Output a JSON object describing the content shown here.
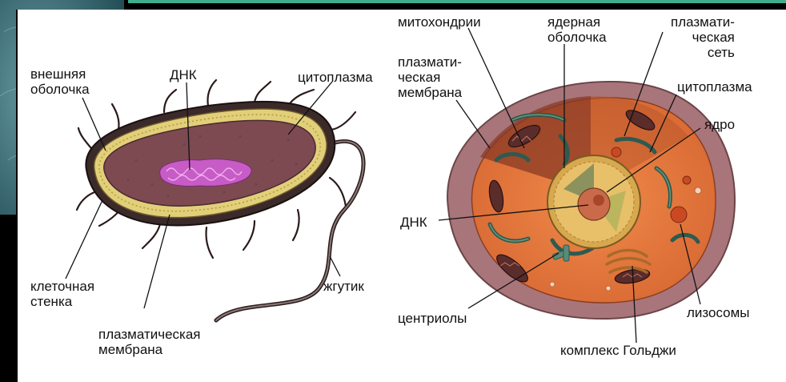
{
  "background": {
    "frame_color": "#000000",
    "slide_accent": "#3fae8c",
    "photo_texture": "#3c6e78"
  },
  "prokaryote": {
    "labels": {
      "outer_shell": "внешняя\nоболочка",
      "dna": "ДНК",
      "cytoplasm": "цитоплазма",
      "cell_wall": "клеточная\nстенка",
      "flagellum": "жгутик",
      "plasma_membrane": "плазматическая\nмембрана"
    },
    "colors": {
      "interior": "#7d4a52",
      "wall": "#e2cf7a",
      "dna": "#c85cc6",
      "outline": "#2b1a1a"
    }
  },
  "eukaryote": {
    "labels": {
      "mitochondria": "митохондрии",
      "nuclear_envelope": "ядерная\nоболочка",
      "er": "плазмати-\nческая\nсеть",
      "plasma_membrane": "плазмати-\nческая\nмембрана",
      "cytoplasm": "цитоплазма",
      "nucleus": "ядро",
      "dna": "ДНК",
      "centrioles": "центриолы",
      "lysosomes": "лизосомы",
      "golgi": "комплекс Гольджи"
    },
    "colors": {
      "outer": "#a8757a",
      "cytoplasm": "#e2743a",
      "organelle": "#2e5a50",
      "nucleus": "#d7a84e"
    }
  }
}
